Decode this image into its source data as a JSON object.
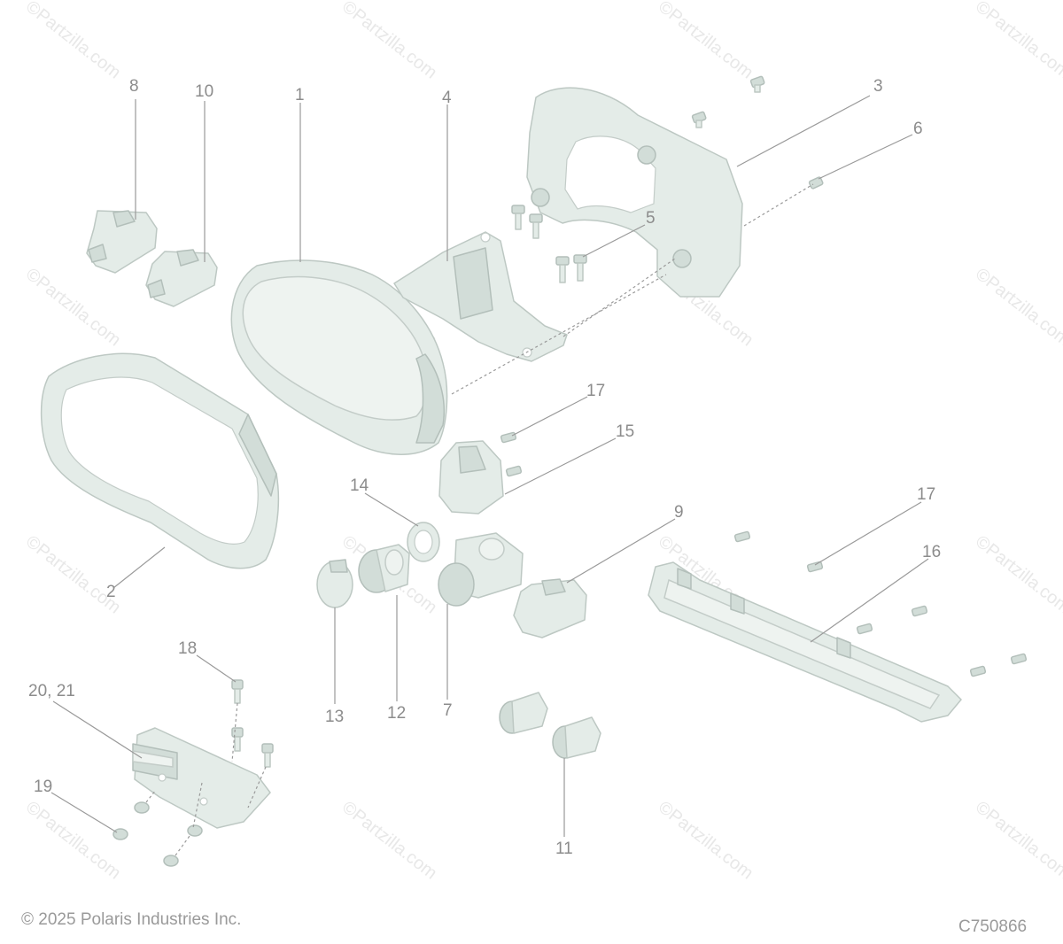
{
  "callouts": {
    "c1": "1",
    "c2": "2",
    "c3": "3",
    "c4": "4",
    "c5": "5",
    "c6": "6",
    "c7": "7",
    "c8": "8",
    "c9": "9",
    "c10": "10",
    "c11": "11",
    "c12": "12",
    "c13": "13",
    "c14": "14",
    "c15": "15",
    "c16": "16",
    "c17a": "17",
    "c17b": "17",
    "c18": "18",
    "c19": "19",
    "c20": "20, 21"
  },
  "watermark": "©Partzilla.com",
  "footer": {
    "copyright": "© 2025 Polaris Industries Inc.",
    "diagram_code": "C750866"
  },
  "colors": {
    "part_fill": "#e4ece8",
    "part_stroke": "#bdc8c3",
    "callout_text": "#8c8c8c"
  }
}
